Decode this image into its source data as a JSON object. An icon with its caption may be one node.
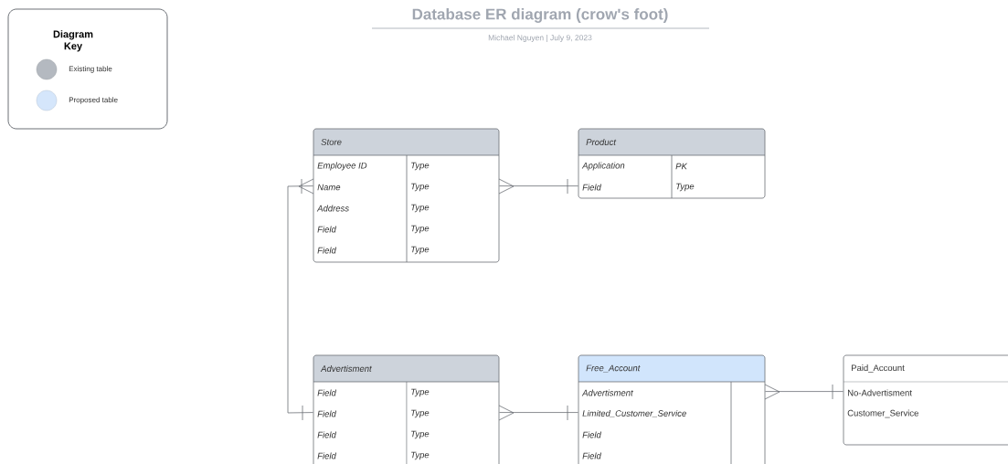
{
  "diagram": {
    "title": "Database ER diagram (crow's foot)",
    "nodes": [
      {
        "text": [
          "Store",
          "Employee ID",
          "Type",
          "Name",
          "Type",
          "Address",
          "Type",
          "Field",
          "Type",
          "Field",
          "Type"
        ]
      },
      {
        "text": [
          "Product",
          "Application",
          "PK",
          "Field",
          "Type"
        ]
      },
      {
        "text": [
          "Advertisment",
          "Field",
          "Type",
          "Field",
          "Type",
          "Field",
          "Type",
          "Field",
          "Type"
        ]
      },
      {
        "text": [
          "Free_Account",
          "Advertisment",
          "Limited_Customer_Service",
          "Field",
          "Field"
        ]
      },
      {
        "text": [
          "Paid_Account",
          "No-Advertisment",
          "Customer_Service"
        ]
      }
    ],
    "edges": [
      {
        "from": 0,
        "to": 1,
        "arrow": "other"
      },
      {
        "from": 0,
        "to": 2,
        "arrow": "other"
      },
      {
        "from": 2,
        "to": 3,
        "arrow": "other"
      },
      {
        "from": 3,
        "to": 4,
        "arrow": "other"
      }
    ],
    "labels": [
      "Diagram Key",
      "Michael Nguyen | July 9, 2023"
    ],
    "legend": [
      {
        "text": "Existing table",
        "color": "#b4b9c0"
      },
      {
        "text": "Proposed table",
        "color": "#d5e6fb"
      }
    ]
  }
}
